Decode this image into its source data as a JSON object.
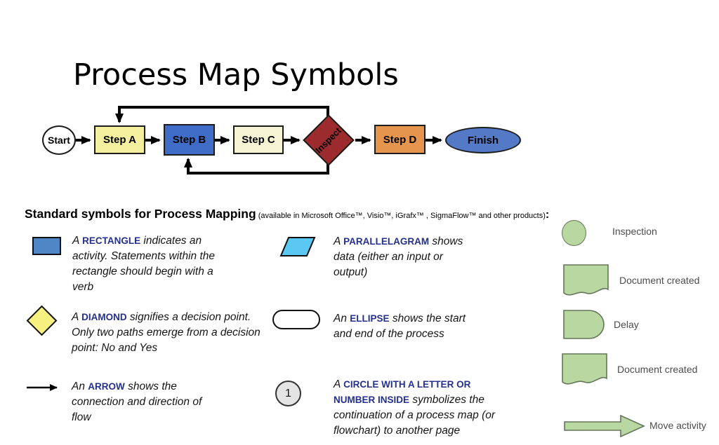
{
  "title": "Process Map Symbols",
  "flowchart": {
    "nodes": [
      {
        "id": "start",
        "label": "Start",
        "shape": "ellipse",
        "fill": "#ffffff"
      },
      {
        "id": "step-a",
        "label": "Step A",
        "shape": "rectangle",
        "fill": "#f3ef9e"
      },
      {
        "id": "step-b",
        "label": "Step B",
        "shape": "rectangle",
        "fill": "#3e6cc6"
      },
      {
        "id": "step-c",
        "label": "Step C",
        "shape": "rectangle",
        "fill": "#f6f3d4"
      },
      {
        "id": "inspect",
        "label": "Inspect",
        "shape": "diamond",
        "fill": "#9c2b2e"
      },
      {
        "id": "step-d",
        "label": "Step D",
        "shape": "rectangle",
        "fill": "#e6954e"
      },
      {
        "id": "finish",
        "label": "Finish",
        "shape": "ellipse",
        "fill": "#5479c7"
      }
    ]
  },
  "section_heading": {
    "main": "Standard symbols for Process Mapping",
    "sub": " (available in Microsoft Office™, Visio™, iGrafx™ , SigmaFlow™ and other products)",
    "colon": ":"
  },
  "legend": {
    "keyword_color": "#24308f",
    "items": [
      {
        "prefix": "A ",
        "keyword": "RECTANGLE",
        "rest": " indicates an activity. Statements within the rectangle should begin with a verb"
      },
      {
        "prefix": "A ",
        "keyword": "DIAMOND",
        "rest": " signifies a decision point. Only two paths emerge from a decision point: No and Yes"
      },
      {
        "prefix": "An ",
        "keyword": "ARROW",
        "rest": " shows the connection and direction of flow"
      },
      {
        "prefix": "A ",
        "keyword": "PARALLELAGRAM",
        "rest": " shows data (either an input or output)"
      },
      {
        "prefix": "An ",
        "keyword": "ELLIPSE",
        "rest": " shows the start and end of the process"
      },
      {
        "prefix": "A ",
        "keyword": "CIRCLE WITH A LETTER OR NUMBER INSIDE",
        "rest": " symbolizes the continuation of a process map (or flowchart) to another page"
      }
    ],
    "page_connector_number": "1"
  },
  "side_panel": {
    "shape_fill": "#b9d7a1",
    "shape_border": "#64755a",
    "label_color": "#4c4c4c",
    "items": [
      {
        "shape": "circle",
        "label": "Inspection"
      },
      {
        "shape": "document",
        "label": "Document created"
      },
      {
        "shape": "delay",
        "label": "Delay"
      },
      {
        "shape": "document",
        "label": "Document created"
      },
      {
        "shape": "block-arrow",
        "label": "Move activity"
      }
    ]
  }
}
